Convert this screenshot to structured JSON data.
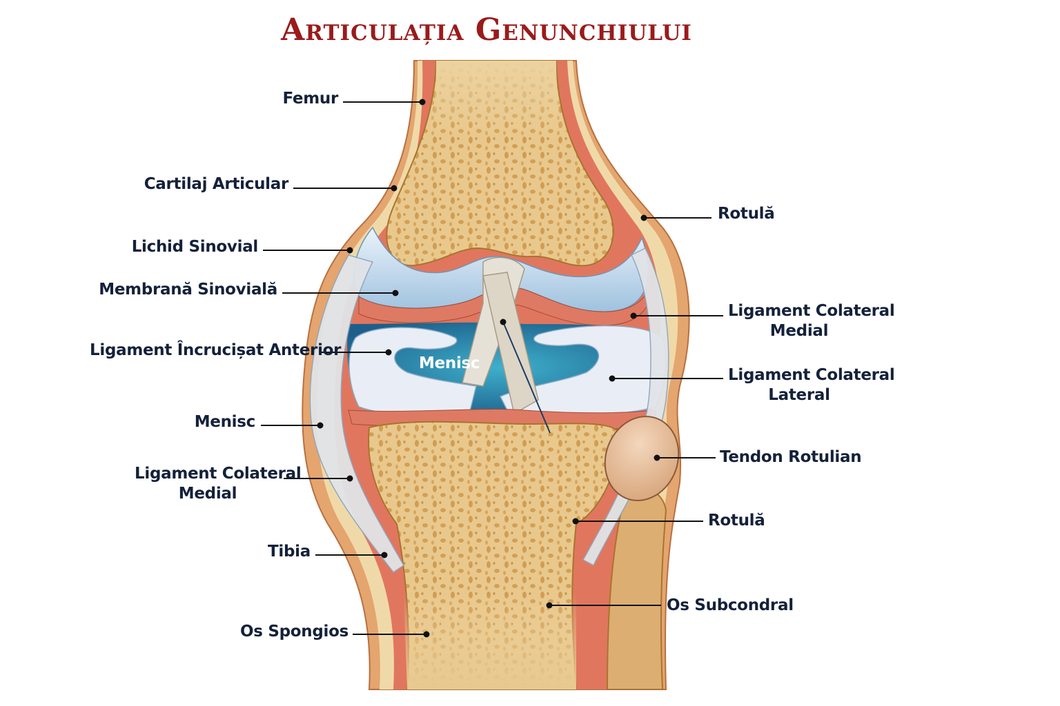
{
  "title": "Articulația Genunchiului",
  "colors": {
    "title": "#9a1b1b",
    "label_text": "#14213a",
    "leader_line": "#111111",
    "bone_spongy": "#e9c88d",
    "bone_pores": "#c98f3e",
    "cortex": "#f0d9a8",
    "outer_tissue": "#e4a56f",
    "red_tissue": "#df6a55",
    "cartilage_blue": "#bcd6ea",
    "synovial_fluid": "#2f7fa8",
    "ligament_white": "#e6e1d6",
    "patella": "#e6bf9a"
  },
  "labels": {
    "left": [
      {
        "text": "Femur"
      },
      {
        "text": "Cartilaj Articular"
      },
      {
        "text": "Lichid Sinovial"
      },
      {
        "text": "Membrană Sinovială"
      },
      {
        "text": "Ligament Încrucișat Anterior"
      },
      {
        "text": "Menisc"
      },
      {
        "line1": "Ligament Colateral",
        "line2": "Medial"
      },
      {
        "text": "Tibia"
      },
      {
        "text": "Os Spongios"
      }
    ],
    "right": [
      {
        "text": "Rotulă"
      },
      {
        "line1": "Ligament Colateral",
        "line2": "Medial"
      },
      {
        "line1": "Ligament Colateral",
        "line2": "Lateral"
      },
      {
        "text": "Tendon Rotulian"
      },
      {
        "text": "Rotulă"
      },
      {
        "text": "Os Subcondral"
      }
    ],
    "inner": {
      "text": "Menisc"
    }
  }
}
